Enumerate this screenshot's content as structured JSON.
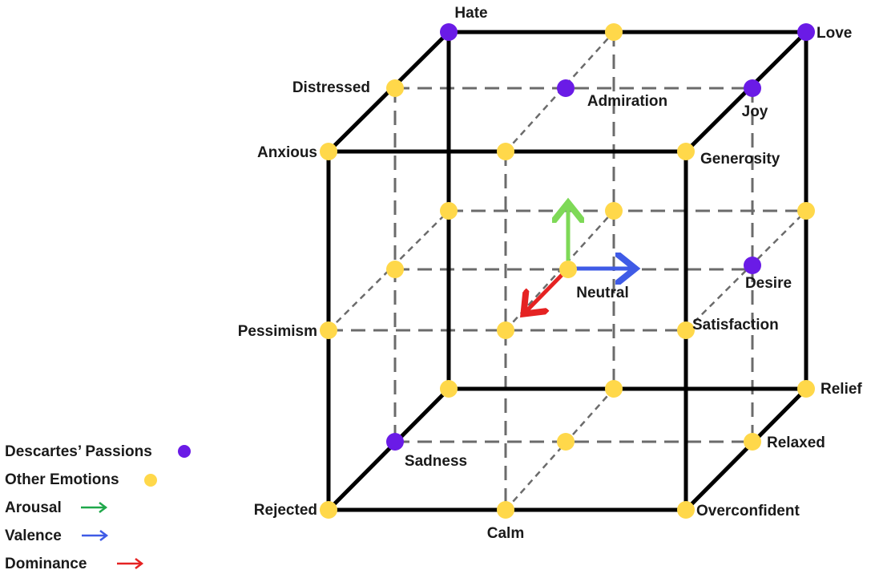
{
  "colors": {
    "passion": "#6a1be6",
    "other": "#ffd84a",
    "arousal": "#7ed957",
    "valence": "#3f5be6",
    "dominance": "#e52222",
    "arousal_legend": "#1fa84a"
  },
  "nodes": [
    {
      "id": "hate",
      "label": "Hate",
      "kind": "passion"
    },
    {
      "id": "love",
      "label": "Love",
      "kind": "passion"
    },
    {
      "id": "admiration",
      "label": "Admiration",
      "kind": "passion"
    },
    {
      "id": "joy",
      "label": "Joy",
      "kind": "passion"
    },
    {
      "id": "desire",
      "label": "Desire",
      "kind": "passion"
    },
    {
      "id": "sadness",
      "label": "Sadness",
      "kind": "passion"
    },
    {
      "id": "distressed",
      "label": "Distressed",
      "kind": "other"
    },
    {
      "id": "anxious",
      "label": "Anxious",
      "kind": "other"
    },
    {
      "id": "generosity",
      "label": "Generosity",
      "kind": "other"
    },
    {
      "id": "pessimism",
      "label": "Pessimism",
      "kind": "other"
    },
    {
      "id": "satisfaction",
      "label": "Satisfaction",
      "kind": "other"
    },
    {
      "id": "neutral",
      "label": "Neutral",
      "kind": "other"
    },
    {
      "id": "relief",
      "label": "Relief",
      "kind": "other"
    },
    {
      "id": "relaxed",
      "label": "Relaxed",
      "kind": "other"
    },
    {
      "id": "rejected",
      "label": "Rejected",
      "kind": "other"
    },
    {
      "id": "calm",
      "label": "Calm",
      "kind": "other"
    },
    {
      "id": "overconfident",
      "label": "Overconfident",
      "kind": "other"
    }
  ],
  "legend": {
    "passions": "Descartes’ Passions",
    "others": "Other Emotions",
    "arousal": "Arousal",
    "valence": "Valence",
    "dominance": "Dominance"
  }
}
